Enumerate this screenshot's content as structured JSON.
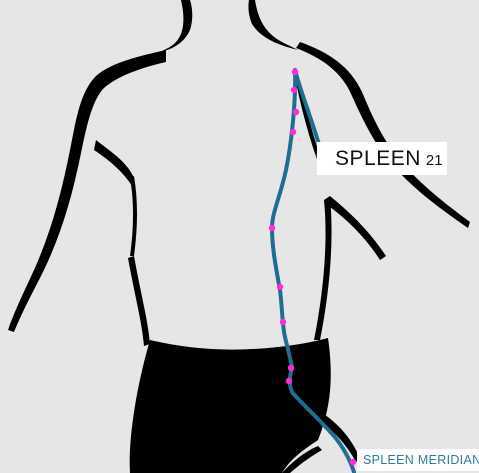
{
  "point_label": {
    "name": "SPLEEN",
    "number": "21"
  },
  "meridian_label": "SPLEEN MERIDIAN",
  "colors": {
    "background": "#e6e6e6",
    "body_outline": "#000000",
    "shorts": "#000000",
    "meridian_line": "#1f6e8f",
    "acupoints": "#ff2bd6",
    "meridian_label_text": "#2a7aa3",
    "label_box": "#ffffff"
  },
  "icons": {
    "highlighted_point": "large-magenta-dot",
    "meridian_points": "small-magenta-dot"
  }
}
